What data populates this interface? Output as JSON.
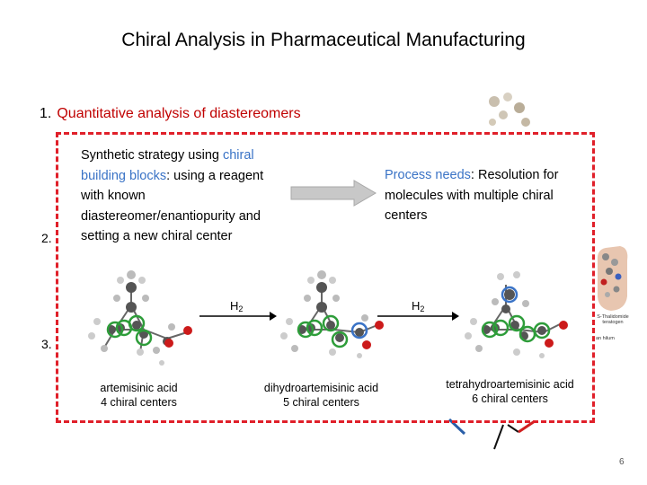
{
  "title": "Chiral Analysis in Pharmaceutical Manufacturing",
  "section1": {
    "number": "1.",
    "text": "Quantitative analysis of diastereomers"
  },
  "section2_number": "2.",
  "section3_number": "3.",
  "synthetic": {
    "lead": "Synthetic strategy using ",
    "chiral": "chiral building blocks",
    "rest": ": using a reagent with known diastereomer/enantiopurity and setting a new chiral center"
  },
  "process": {
    "label": "Process needs",
    "text": ": Resolution for molecules with multiple chiral centers"
  },
  "h2_labels": [
    "H",
    "H"
  ],
  "h2_subscript": "2",
  "molecules": [
    {
      "name": "artemisinic acid",
      "centers": "4 chiral centers"
    },
    {
      "name": "dihydroartemisinic acid",
      "centers": "5 chiral centers"
    },
    {
      "name": "tetrahydroartemisinic acid",
      "centers": "6 chiral centers"
    }
  ],
  "side_figure": {
    "caption1": "S-Thalidomide",
    "caption2": "teratogen",
    "caption3": "an hilum"
  },
  "page_number": "6",
  "colors": {
    "accent_red": "#c00000",
    "dash_red": "#e0202a",
    "chiral_blue": "#3a73c6",
    "arrow_gray": "#c8c8c8"
  }
}
